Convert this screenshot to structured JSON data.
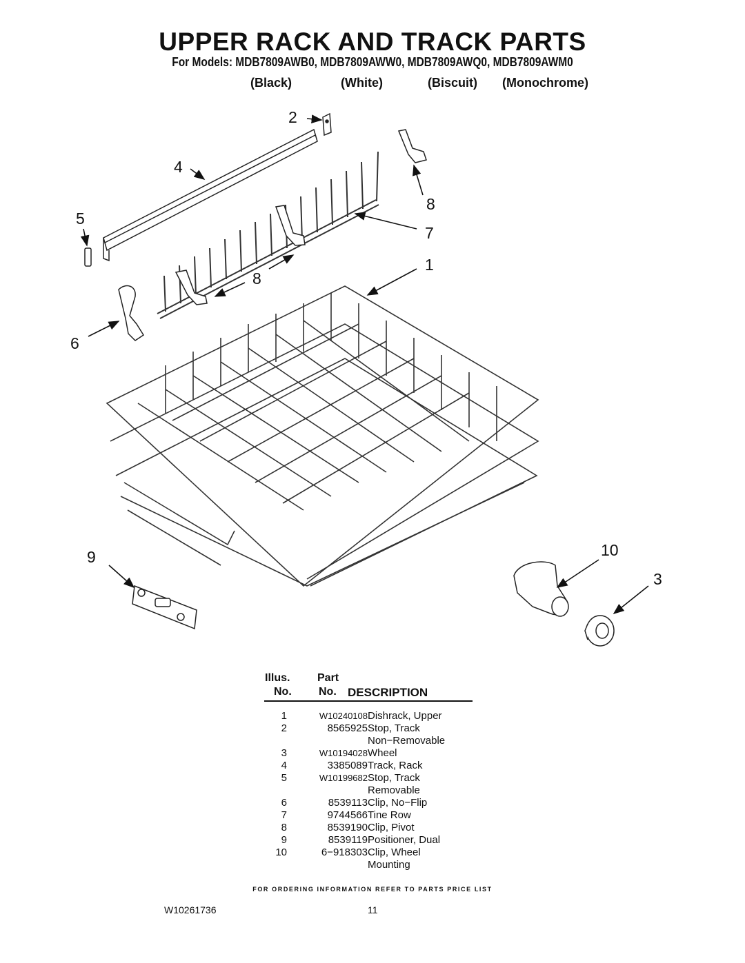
{
  "header": {
    "title": "UPPER RACK AND TRACK PARTS",
    "models": "For Models: MDB7809AWB0, MDB7809AWW0, MDB7809AWQ0, MDB7809AWM0",
    "colors": [
      "(Black)",
      "(White)",
      "(Biscuit)",
      "(Monochrome)"
    ]
  },
  "diagram": {
    "callouts": [
      "2",
      "4",
      "8",
      "5",
      "7",
      "1",
      "8",
      "6",
      "9",
      "10",
      "3"
    ]
  },
  "table": {
    "head": {
      "illus": "Illus.",
      "part": "Part",
      "no1": "No.",
      "no2": "No.",
      "description": "DESCRIPTION"
    },
    "rows": [
      {
        "illus": "1",
        "part": "W10240108",
        "desc": "Dishrack, Upper"
      },
      {
        "illus": "2",
        "part": "8565925",
        "desc": "Stop, Track"
      },
      {
        "illus": "",
        "part": "",
        "desc": "Non−Removable"
      },
      {
        "illus": "3",
        "part": "W10194028",
        "desc": "Wheel"
      },
      {
        "illus": "4",
        "part": "3385089",
        "desc": "Track, Rack"
      },
      {
        "illus": "5",
        "part": "W10199682",
        "desc": "Stop, Track"
      },
      {
        "illus": "",
        "part": "",
        "desc": "Removable"
      },
      {
        "illus": "6",
        "part": "8539113",
        "desc": "Clip, No−Flip"
      },
      {
        "illus": "7",
        "part": "9744566",
        "desc": "Tine Row"
      },
      {
        "illus": "8",
        "part": "8539190",
        "desc": "Clip, Pivot"
      },
      {
        "illus": "9",
        "part": "8539119",
        "desc": "Positioner, Dual"
      },
      {
        "illus": "10",
        "part": "6−918303",
        "desc": "Clip, Wheel"
      },
      {
        "illus": "",
        "part": "",
        "desc": "Mounting"
      }
    ]
  },
  "footer": {
    "note": "FOR ORDERING INFORMATION REFER TO PARTS PRICE LIST",
    "doc_number": "W10261736",
    "page_number": "11"
  }
}
